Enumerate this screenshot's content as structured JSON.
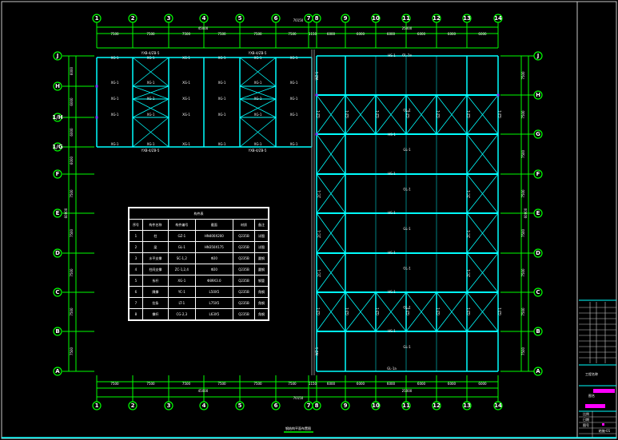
{
  "drawing_title": "钢结构平面布置图",
  "top_total_dim": "70150",
  "top_left_dim": "45000",
  "top_right_dim": "25000",
  "gap_dim": "1150",
  "column_axes": [
    "1",
    "2",
    "3",
    "4",
    "5",
    "6",
    "7",
    "8",
    "9",
    "10",
    "11",
    "12",
    "13",
    "14"
  ],
  "bay_dims": [
    "7500",
    "7500",
    "7500",
    "7500",
    "7500",
    "7500",
    "1150",
    "6000",
    "6000",
    "6000",
    "6000",
    "6000",
    "6000"
  ],
  "left_row_axes": [
    "J",
    "H",
    "1/H",
    "1/G",
    "F",
    "E",
    "D",
    "C",
    "B",
    "A"
  ],
  "right_row_axes": [
    "J",
    "H",
    "G",
    "F",
    "E",
    "D",
    "C",
    "B",
    "A"
  ],
  "left_row_dims": [
    "6000",
    "6000",
    "6000",
    "6000",
    "7500",
    "7500",
    "7500",
    "7500",
    "7500"
  ],
  "right_row_dims": [
    "7500",
    "7500",
    "7500",
    "7500",
    "7500",
    "7500",
    "7500",
    "7500"
  ],
  "left_total_dim": "60000",
  "right_total_dim": "60000",
  "beam_labels": {
    "gl": "GL-1a",
    "gl1": "GL-1",
    "hs": "HS-1",
    "xg": "XG-1",
    "wz": "WZ-1",
    "gz": "GZ-1",
    "zc": "ZC-1",
    "top_left": "YXB-4/ZB-5",
    "bot_left": "YXB-4/ZB-5"
  },
  "table": {
    "title": "构件表",
    "headers": [
      "序号",
      "构件名称",
      "构件编号",
      "截面",
      "材质",
      "备注"
    ],
    "rows": [
      [
        "1",
        "柱",
        "GZ-1",
        "HN400X200",
        "Q235B",
        "详图"
      ],
      [
        "2",
        "梁",
        "GL-1",
        "HN350X175",
        "Q235B",
        "详图"
      ],
      [
        "3",
        "水平支撑",
        "SC-1,2",
        "Φ20",
        "Q235B",
        "圆钢"
      ],
      [
        "4",
        "柱间支撑",
        "ZC-1,2,4",
        "Φ20",
        "Q235B",
        "圆钢"
      ],
      [
        "5",
        "系杆",
        "XG-1",
        "Φ89X3.0",
        "Q235B",
        "钢管"
      ],
      [
        "6",
        "隅撑",
        "YC-1",
        "L50X5",
        "Q235B",
        "角钢"
      ],
      [
        "7",
        "拉条",
        "LT-1",
        "L75X5",
        "Q235B",
        "角钢"
      ],
      [
        "8",
        "撑杆",
        "CG-2,3",
        "L63X5",
        "Q235B",
        "角钢"
      ]
    ]
  },
  "title_block": {
    "project": "工程名称",
    "drawing": "图名",
    "scale": "比例",
    "date": "日期",
    "number": "图号",
    "sheet": "结施-01"
  },
  "colors": {
    "axis": "#00ff00",
    "beam": "#00ffff",
    "text": "#ffffff",
    "highlight": "#ff00ff",
    "frame": "#c8c8c8"
  }
}
